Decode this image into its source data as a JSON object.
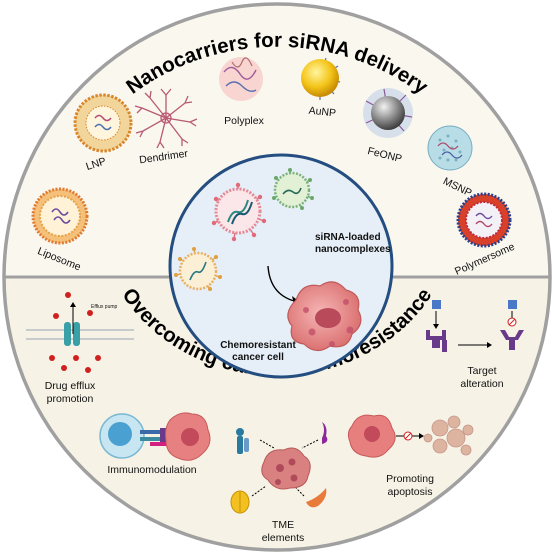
{
  "diagram": {
    "top_title": "Nanocarriers for siRNA delivery",
    "bottom_title": "Overcoming cancer chemoresistance",
    "carriers": {
      "liposome": "Liposome",
      "lnp": "LNP",
      "dendrimer": "Dendrimer",
      "polyplex": "Polyplex",
      "aunp": "AuNP",
      "feonp": "FeONP",
      "msnp": "MSNP",
      "polymersome": "Polymersome"
    },
    "center": {
      "nanocomplex_label_line1": "siRNA-loaded",
      "nanocomplex_label_line2": "nanocomplexes",
      "cell_label_line1": "Chemoresistant",
      "cell_label_line2": "cancer cell"
    },
    "mechanisms": {
      "efflux_pump_tag": "Efflux pump",
      "drug_efflux_line1": "Drug efflux",
      "drug_efflux_line2": "promotion",
      "target_line1": "Target",
      "target_line2": "alteration",
      "immunomodulation": "Immunomodulation",
      "tme_line1": "TME",
      "tme_line2": "elements",
      "apoptosis_line1": "Promoting",
      "apoptosis_line2": "apoptosis"
    },
    "colors": {
      "outer_ring": "#a0a0a0",
      "top_fill": "#faf7ef",
      "bottom_fill": "#f6f2e6",
      "center_fill": "#e6eef7",
      "center_border": "#244d80",
      "cancer_cell": "#e08080"
    }
  }
}
